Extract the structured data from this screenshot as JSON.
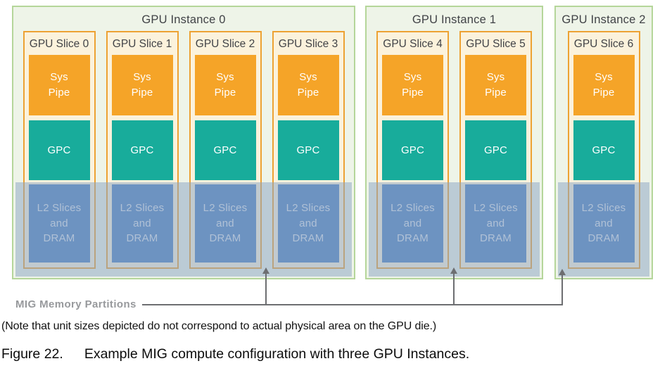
{
  "colors": {
    "green-bg": "#eef4e8",
    "green-border": "#b5d69a",
    "cream": "#fbf2dc",
    "orange": "#f5a428",
    "orange-border": "#eda233",
    "teal": "#18ac9b",
    "blue": "#4d80be",
    "band": "rgba(140,165,195,0.52)",
    "l2-text": "#d7dfeb",
    "gray-label": "#97999c",
    "arrow": "#6d6e71",
    "ink": "#414347"
  },
  "diagram": {
    "instances": [
      {
        "label": "GPU Instance 0",
        "slices": [
          {
            "label": "GPU Slice 0"
          },
          {
            "label": "GPU Slice 1"
          },
          {
            "label": "GPU Slice 2"
          },
          {
            "label": "GPU Slice 3"
          }
        ]
      },
      {
        "label": "GPU Instance 1",
        "slices": [
          {
            "label": "GPU Slice 4"
          },
          {
            "label": "GPU Slice 5"
          }
        ]
      },
      {
        "label": "GPU Instance 2",
        "slices": [
          {
            "label": "GPU Slice 6"
          }
        ]
      }
    ],
    "blocks": {
      "sys_pipe": "Sys\nPipe",
      "gpc": "GPC",
      "l2": "L2 Slices\nand\nDRAM"
    },
    "memory_partitions_label": "MIG Memory Partitions"
  },
  "note": "(Note that unit sizes depicted do not correspond to actual physical area on the GPU die.)",
  "caption": {
    "prefix": "Figure 22.",
    "text": "Example MIG compute configuration with three GPU Instances."
  }
}
